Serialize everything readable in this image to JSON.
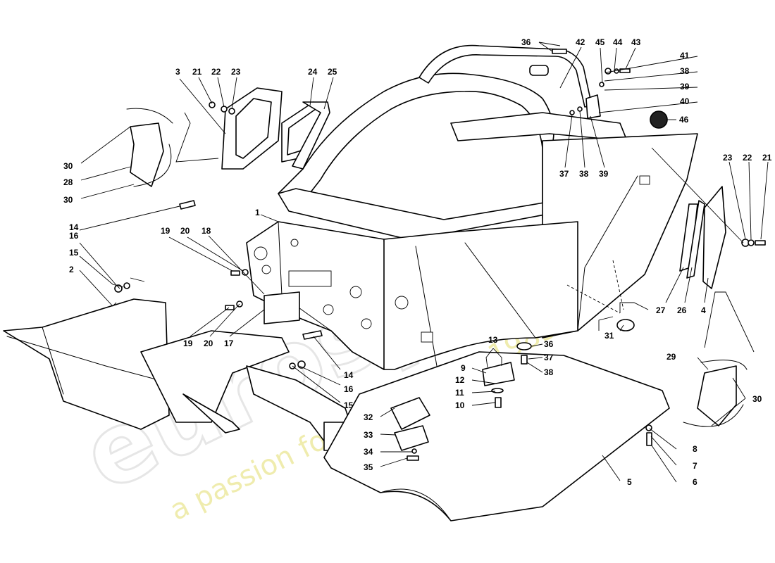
{
  "watermark": {
    "logo": "eurospares",
    "tagline": "a passion for parts since 1985",
    "tagline_color": "#e6e07a",
    "logo_color": "#d2d2d2"
  },
  "callouts": {
    "c1": "1",
    "c2": "2",
    "c3": "3",
    "c4": "4",
    "c5": "5",
    "c6": "6",
    "c7": "7",
    "c8": "8",
    "c9": "9",
    "c10": "10",
    "c11": "11",
    "c12": "12",
    "c13": "13",
    "c14a": "14",
    "c14b": "14",
    "c15a": "15",
    "c15b": "15",
    "c16a": "16",
    "c16b": "16",
    "c17": "17",
    "c18": "18",
    "c19a": "19",
    "c19b": "19",
    "c20a": "20",
    "c20b": "20",
    "c21a": "21",
    "c21b": "21",
    "c22a": "22",
    "c22b": "22",
    "c23a": "23",
    "c23b": "23",
    "c24": "24",
    "c25": "25",
    "c26": "26",
    "c27": "27",
    "c28": "28",
    "c29": "29",
    "c30a": "30",
    "c30b": "30",
    "c30c": "30",
    "c31": "31",
    "c32": "32",
    "c33": "33",
    "c34": "34",
    "c35": "35",
    "c36a": "36",
    "c36b": "36",
    "c37a": "37",
    "c37b": "37",
    "c38a": "38",
    "c38b": "38",
    "c38c": "38",
    "c39a": "39",
    "c39b": "39",
    "c40": "40",
    "c41": "41",
    "c42": "42",
    "c43": "43",
    "c44": "44",
    "c45": "45",
    "c46": "46"
  }
}
